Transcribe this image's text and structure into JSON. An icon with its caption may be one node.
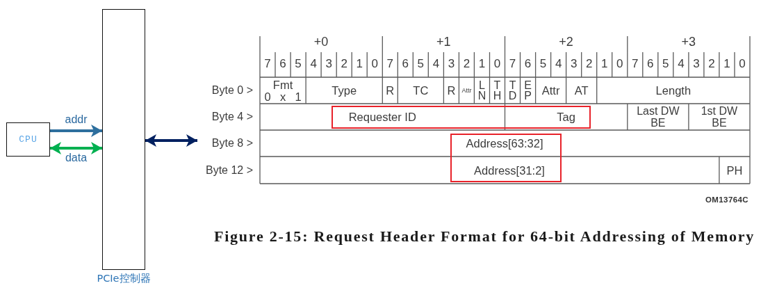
{
  "diagram": {
    "caption": "Figure 2-15: Request Header Format for 64-bit Addressing of Memory",
    "nodes": [
      {
        "text": [
          "CPU"
        ]
      },
      {
        "text": [
          "PCIe控制器"
        ]
      }
    ],
    "edges": [
      {
        "from": 0,
        "to": 1,
        "arrow": "to",
        "label": "addr",
        "color": "#2e6f9e"
      },
      {
        "from": 0,
        "to": 1,
        "arrow": "both",
        "label": "data",
        "color": "#00b050"
      },
      {
        "from": 1,
        "to": null,
        "arrow": "both",
        "color": "#002060"
      }
    ],
    "labels": [
      "+0",
      "+1",
      "+2",
      "+3",
      "7",
      "6",
      "5",
      "4",
      "3",
      "2",
      "1",
      "0",
      "7",
      "6",
      "5",
      "4",
      "3",
      "2",
      "1",
      "0",
      "7",
      "6",
      "5",
      "4",
      "3",
      "2",
      "1",
      "0",
      "7",
      "6",
      "5",
      "4",
      "3",
      "2",
      "1",
      "0",
      "Byte 0 >",
      "Fmt",
      "0",
      "x",
      "1",
      "Type",
      "R",
      "TC",
      "R",
      "Attr",
      "L N",
      "T H",
      "T D",
      "E P",
      "Attr",
      "AT",
      "Length",
      "Byte 4 >",
      "Requester ID",
      "Tag",
      "Last DW BE",
      "1st DW BE",
      "Byte 8 >",
      "Address[63:32]",
      "Byte 12 >",
      "Address[31:2]",
      "PH",
      "OM13764C"
    ]
  }
}
